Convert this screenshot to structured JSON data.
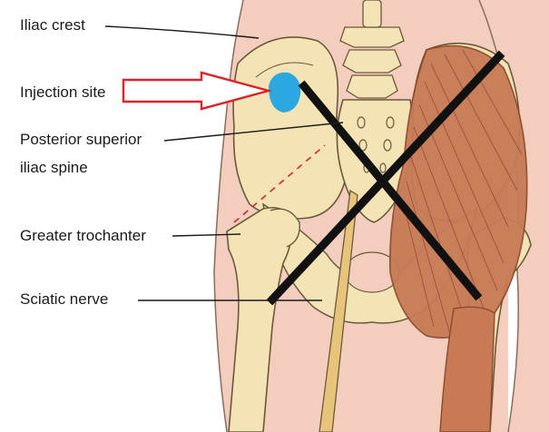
{
  "labels": {
    "iliac_crest": "Iliac crest",
    "injection_site": "Injection site",
    "psis_line1": "Posterior superior",
    "psis_line2": "iliac spine",
    "greater_trochanter": "Greater trochanter",
    "sciatic_nerve": "Sciatic nerve"
  },
  "colors": {
    "skin": "#f3cdbd",
    "bone": "#f4e3b5",
    "bone_outline": "#6b5a3a",
    "muscle": "#c77a55",
    "muscle_dark": "#8c4a2c",
    "injection_site": "#29a9e0",
    "arrow": "#d8232a",
    "cross": "#111111",
    "leader": "#1a1a1a"
  }
}
